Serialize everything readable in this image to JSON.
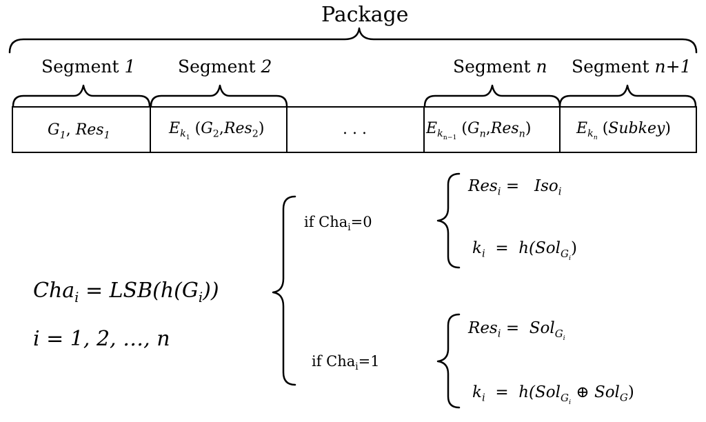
{
  "title": "Package",
  "segments": [
    {
      "label": "Segment",
      "index": "1"
    },
    {
      "label": "Segment",
      "index": "2"
    },
    {
      "label": "Segment",
      "index": "n"
    },
    {
      "label": "Segment",
      "index": "n+1"
    }
  ],
  "cells": {
    "c1": {
      "g": "G",
      "g_sub": "1",
      "sep": ", ",
      "res": "Res",
      "res_sub": "1"
    },
    "c2": {
      "e": "E",
      "k": "k",
      "k_sub": "1",
      "open": " (",
      "g": "G",
      "g_sub": "2",
      "sep": ",",
      "res": "Res",
      "res_sub": "2",
      "close": ")"
    },
    "c3": {
      "text": ". . ."
    },
    "c4": {
      "e": "E",
      "k": "k",
      "k_sub": "n−1",
      "open": " (",
      "g": "G",
      "g_sub": "n",
      "sep": ",",
      "res": "Res",
      "res_sub": "n",
      "close": ")"
    },
    "c5": {
      "e": "E",
      "k": "k",
      "k_sub": "n",
      "open": " (",
      "body": "Subkey",
      "close": ")"
    }
  },
  "formula": {
    "line1": {
      "cha": "Cha",
      "cha_sub": "i",
      "mid": " = LSB(h(G",
      "g_sub": "i",
      "end": "))"
    },
    "line2": "i = 1, 2, …, n"
  },
  "cases": [
    {
      "condition": {
        "pre": "if Cha",
        "sub": "i",
        "post": "=0"
      },
      "res_eq": {
        "res": "Res",
        "res_sub": "i",
        "eq": " =   ",
        "rhs": "Iso",
        "rhs_sub": "i"
      },
      "k_eq": {
        "k": "k",
        "k_sub": "i",
        "eq": "  =  ",
        "rhs_pre": "h(",
        "sol": "Sol",
        "sol_sub": "G",
        "sol_subsub": "i",
        "rhs_post": ")"
      }
    },
    {
      "condition": {
        "pre": "if Cha",
        "sub": "i",
        "post": "=1"
      },
      "res_eq": {
        "res": "Res",
        "res_sub": "i",
        "eq": " =  ",
        "rhs": "Sol",
        "rhs_sub": "G",
        "rhs_subsub": "i"
      },
      "k_eq": {
        "k": "k",
        "k_sub": "i",
        "eq": "  =  ",
        "rhs_pre": "h(",
        "sol": "Sol",
        "sol_sub": "G",
        "sol_subsub": "i",
        "op": " ⊕ ",
        "sol2": "Sol",
        "sol2_sub": "G",
        "rhs_post": ")"
      }
    }
  ]
}
